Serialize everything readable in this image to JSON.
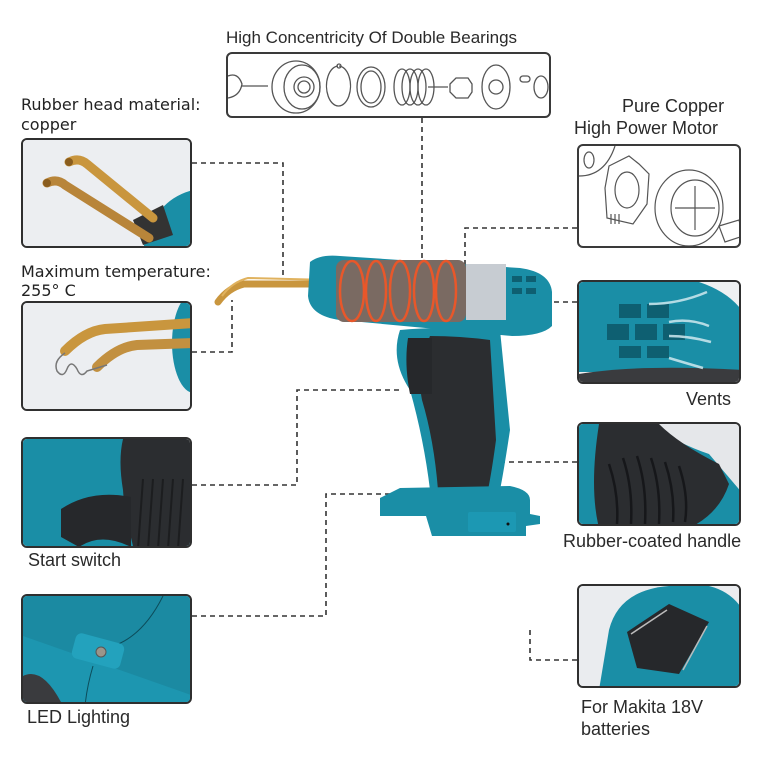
{
  "callouts": {
    "bearings": {
      "title": "High Concentricity Of Double Bearings"
    },
    "rubber_head": {
      "line1": "Rubber head material:",
      "line2": "copper"
    },
    "max_temp": {
      "line1": "Maximum temperature:",
      "line2": "255° C"
    },
    "motor": {
      "line1": "Pure Copper",
      "line2": "High Power Motor"
    },
    "vents": {
      "label": "Vents"
    },
    "start_switch": {
      "label": "Start switch"
    },
    "handle": {
      "label": "Rubber-coated handle"
    },
    "led": {
      "label": "LED Lighting"
    },
    "battery": {
      "line1": "For Makita 18V",
      "line2": "batteries"
    }
  },
  "colors": {
    "tool_body": "#1a8ea6",
    "grip": "#2b2d30",
    "copper": "#c9963e",
    "coil_glow": "#e8572a",
    "border": "#2f2f2f",
    "dash": "#333333"
  }
}
